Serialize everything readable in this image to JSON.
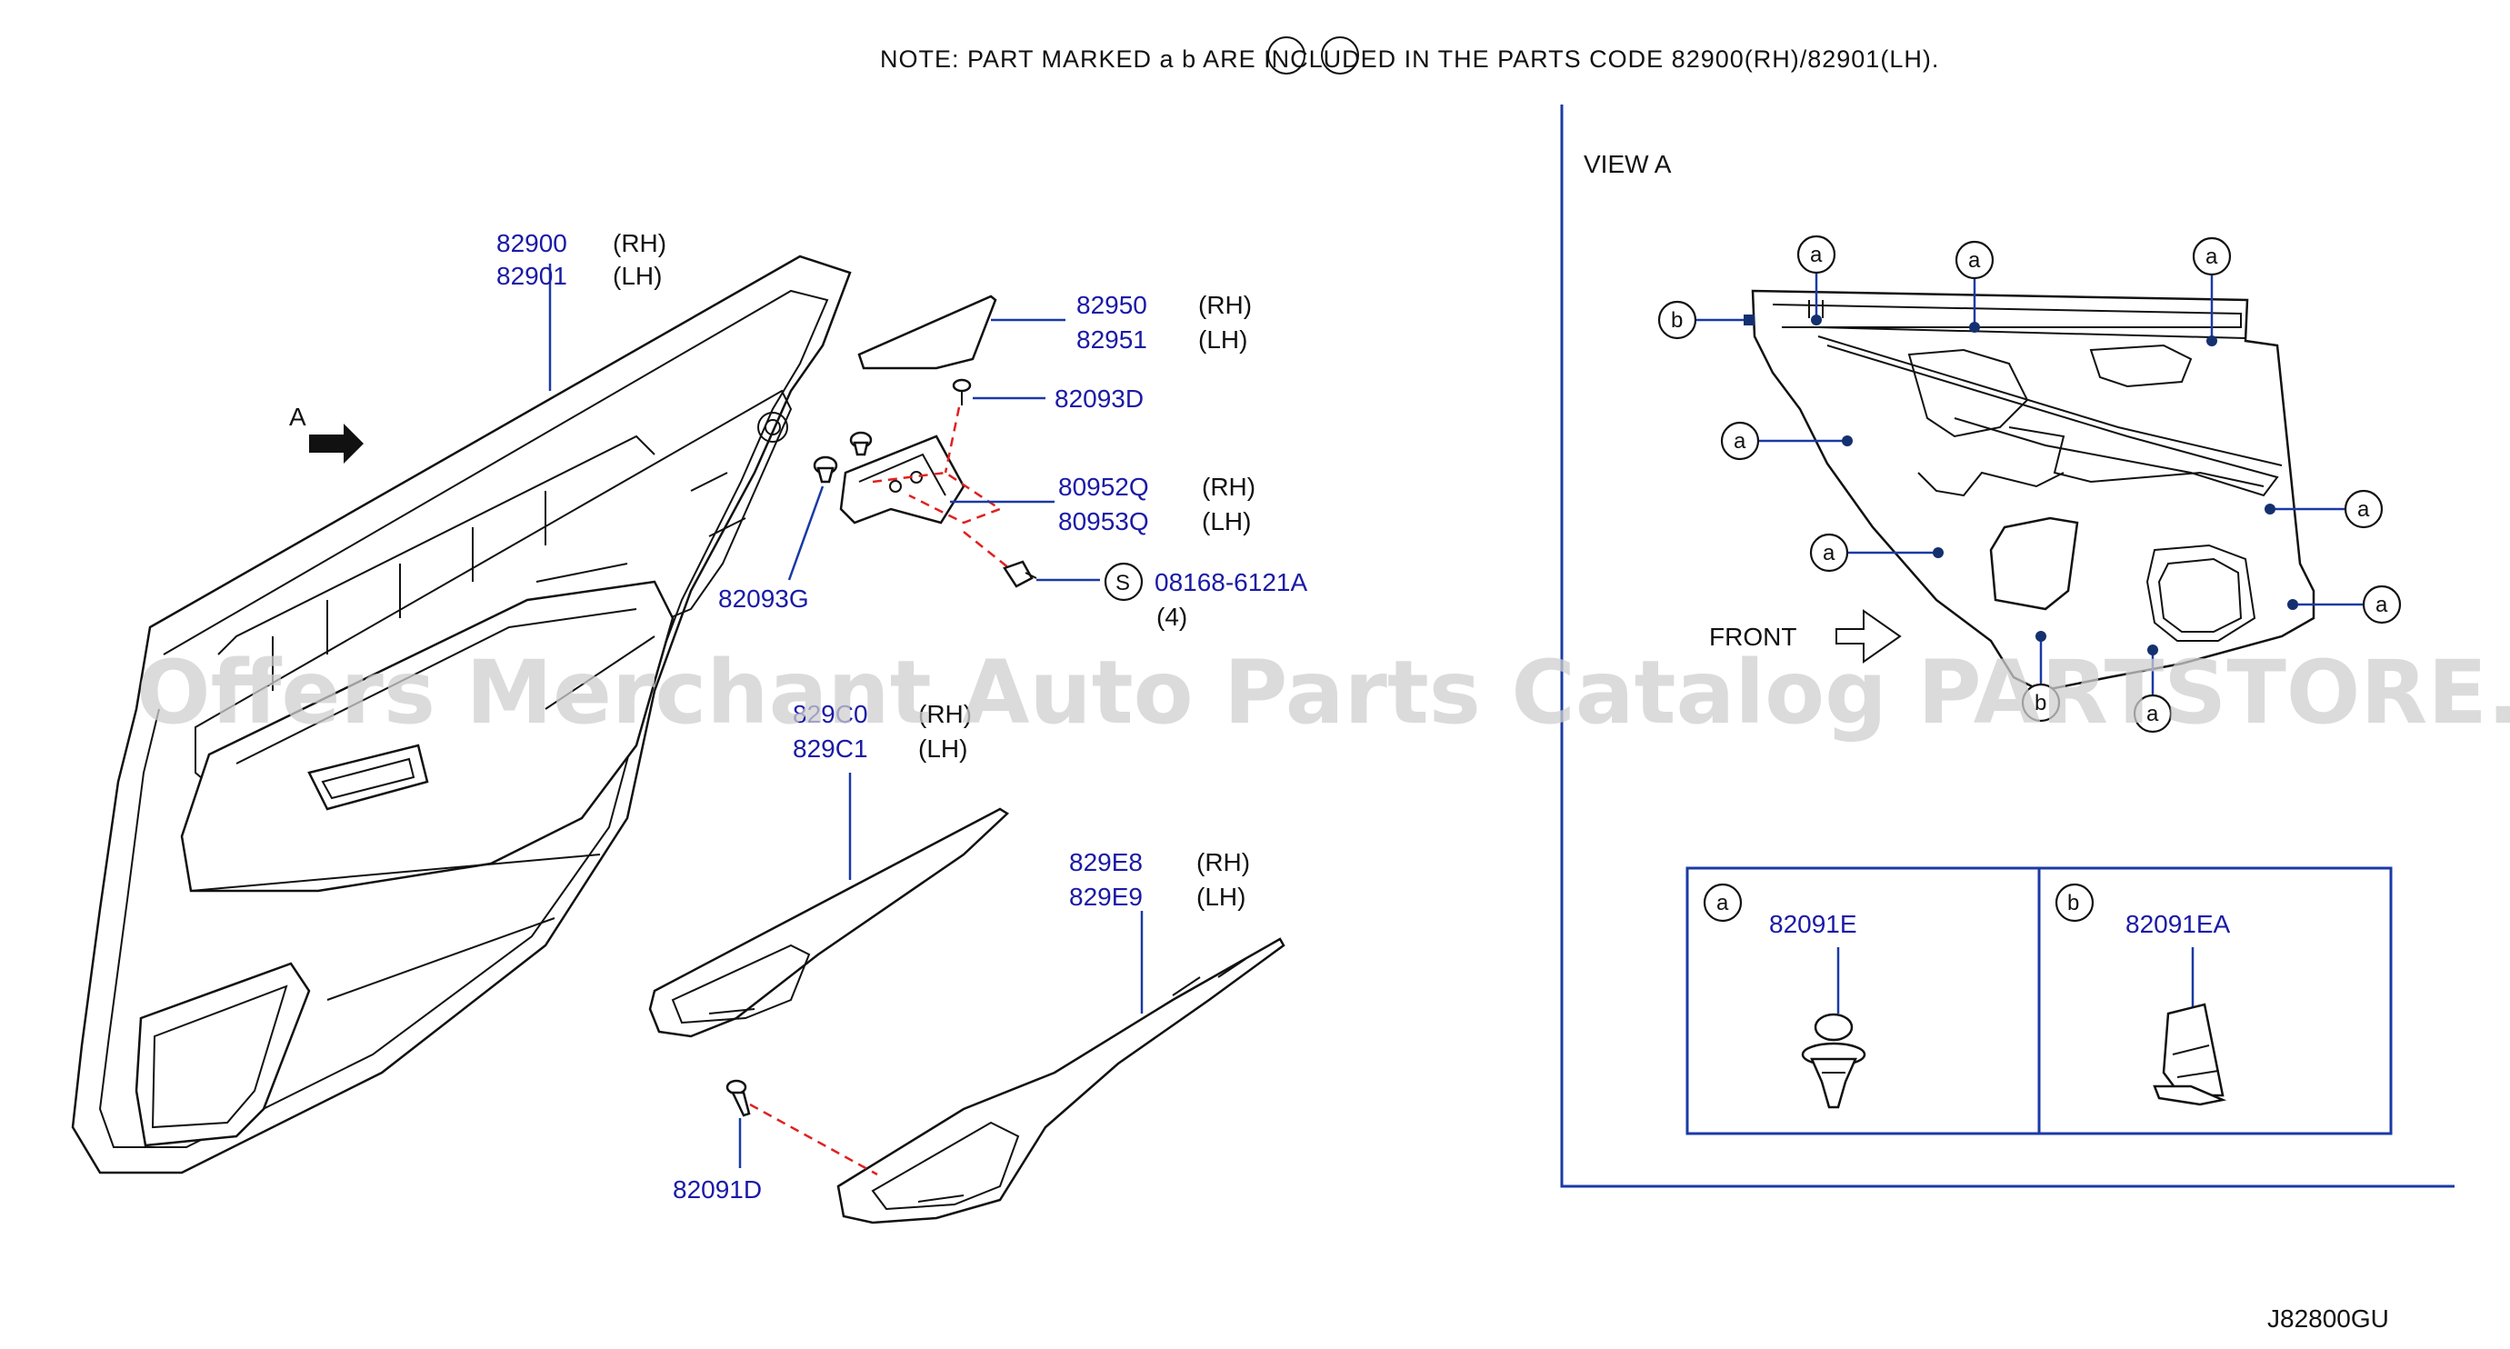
{
  "note": "NOTE:  PART  MARKED  a   b  ARE  INCLUDED  IN  THE  PARTS  CODE  82900(RH)/82901(LH).",
  "diagram_code": "J82800GU",
  "watermark": "Offers Merchant Auto Parts Catalog PARTSTORE.SA",
  "view_label": "VIEW   A",
  "arrow_label_a": "A",
  "front_label": "FRONT",
  "callout_letters": {
    "a": "a",
    "b": "b",
    "s": "S"
  },
  "parts": {
    "p82900": {
      "code": "82900",
      "side": "(RH)"
    },
    "p82901": {
      "code": "82901",
      "side": "(LH)"
    },
    "p82950": {
      "code": "82950",
      "side": "(RH)"
    },
    "p82951": {
      "code": "82951",
      "side": "(LH)"
    },
    "p82093D": {
      "code": "82093D"
    },
    "p80952Q": {
      "code": "80952Q",
      "side": "(RH)"
    },
    "p80953Q": {
      "code": "80953Q",
      "side": "(LH)"
    },
    "p82093G": {
      "code": "82093G"
    },
    "p08168": {
      "code": "08168-6121A",
      "qty": "(4)"
    },
    "p829C0": {
      "code": "829C0",
      "side": "(RH)"
    },
    "p829C1": {
      "code": "829C1",
      "side": "(LH)"
    },
    "p829E8": {
      "code": "829E8",
      "side": "(RH)"
    },
    "p829E9": {
      "code": "829E9",
      "side": "(LH)"
    },
    "p82091D": {
      "code": "82091D"
    },
    "p82091E": {
      "code": "82091E"
    },
    "p82091EA": {
      "code": "82091EA"
    }
  },
  "colors": {
    "label": "#1a1aa6",
    "leader": "#1a3aa6",
    "dashed": "#e02020",
    "watermark": "#cfcfcf"
  }
}
